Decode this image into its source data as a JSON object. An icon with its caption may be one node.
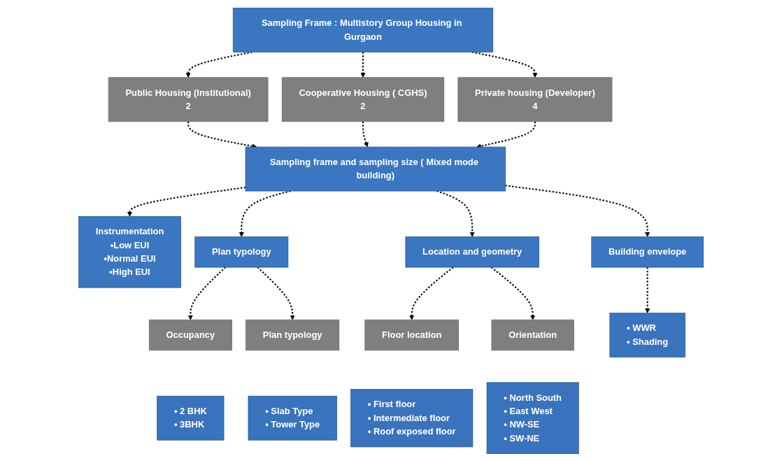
{
  "diagram": {
    "nodes": [
      {
        "text": [
          "Sampling Frame : Multistory Group Housing in Gurgaon"
        ]
      },
      {
        "text": [
          "Public Housing (Institutional)",
          "2"
        ]
      },
      {
        "text": [
          "Cooperative Housing ( CGHS)",
          "2"
        ]
      },
      {
        "text": [
          "Private housing (Developer)",
          "4"
        ]
      },
      {
        "text": [
          "Sampling frame and sampling size ( Mixed mode building)"
        ]
      },
      {
        "text": [
          "Instrumentation",
          "•Low EUI",
          "•Normal EUI",
          "•High EUI"
        ]
      },
      {
        "text": [
          "Plan typology"
        ]
      },
      {
        "text": [
          "Location and geometry"
        ]
      },
      {
        "text": [
          "Building envelope"
        ]
      },
      {
        "text": [
          "Occupancy"
        ]
      },
      {
        "text": [
          "Plan typology"
        ]
      },
      {
        "text": [
          "Floor location"
        ]
      },
      {
        "text": [
          "Orientation"
        ]
      },
      {
        "text": [
          "• 2 BHK",
          "• 3BHK"
        ]
      },
      {
        "text": [
          "• Slab Type",
          "• Tower Type"
        ]
      },
      {
        "text": [
          "• First floor",
          "• Intermediate floor",
          "• Roof exposed floor"
        ]
      },
      {
        "text": [
          "• North South",
          "• East West",
          "• NW-SE",
          "• SW-NE"
        ]
      },
      {
        "text": [
          "• WWR",
          "• Shading"
        ]
      }
    ],
    "edges": [
      {
        "from": 0,
        "to": 1,
        "arrow": "to",
        "style": "dashed"
      },
      {
        "from": 0,
        "to": 2,
        "arrow": "to",
        "style": "dashed"
      },
      {
        "from": 0,
        "to": 3,
        "arrow": "to",
        "style": "dashed"
      },
      {
        "from": 1,
        "to": 4,
        "arrow": "to",
        "style": "dashed"
      },
      {
        "from": 2,
        "to": 4,
        "arrow": "to",
        "style": "dashed"
      },
      {
        "from": 3,
        "to": 4,
        "arrow": "to",
        "style": "dashed"
      },
      {
        "from": 4,
        "to": 5,
        "arrow": "to",
        "style": "dashed"
      },
      {
        "from": 4,
        "to": 6,
        "arrow": "to",
        "style": "dashed"
      },
      {
        "from": 4,
        "to": 7,
        "arrow": "to",
        "style": "dashed"
      },
      {
        "from": 4,
        "to": 8,
        "arrow": "to",
        "style": "dashed"
      },
      {
        "from": 6,
        "to": 9,
        "arrow": "to",
        "style": "dashed"
      },
      {
        "from": 6,
        "to": 10,
        "arrow": "to",
        "style": "dashed"
      },
      {
        "from": 7,
        "to": 11,
        "arrow": "to",
        "style": "dashed"
      },
      {
        "from": 7,
        "to": 12,
        "arrow": "to",
        "style": "dashed"
      },
      {
        "from": 8,
        "to": 17,
        "arrow": "to",
        "style": "dashed"
      }
    ]
  }
}
